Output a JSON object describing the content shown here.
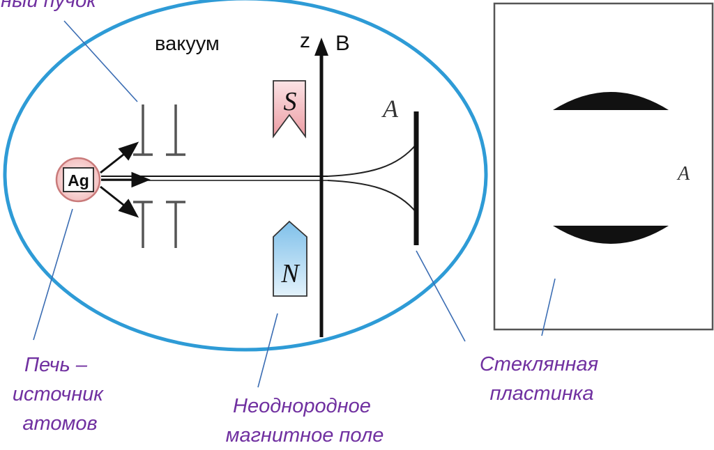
{
  "labels": {
    "beam": "Атомный пучок",
    "vacuum": "вакуум",
    "axis_z": "z",
    "axis_b": "B",
    "source": "Ag",
    "pole_s": "S",
    "pole_n": "N",
    "screen_a": "A",
    "screen_a_zoom": "A"
  },
  "captions": {
    "oven": [
      "Печь –",
      "источник",
      "атомов"
    ],
    "field": [
      "Неоднородное",
      "магнитное поле"
    ],
    "plate": [
      "Стеклянная",
      "пластинка"
    ]
  },
  "colors": {
    "chamber_outline": "#2e9bd6",
    "caption_text": "#7030a0",
    "pointer_lines": "#3b6db3",
    "source_fill": "#f4c6c6",
    "source_ring": "#c97a7a",
    "magnet_s_fill": "#f2b9bd",
    "magnet_n_fill": "#a9d3ee",
    "ink": "#111111"
  }
}
